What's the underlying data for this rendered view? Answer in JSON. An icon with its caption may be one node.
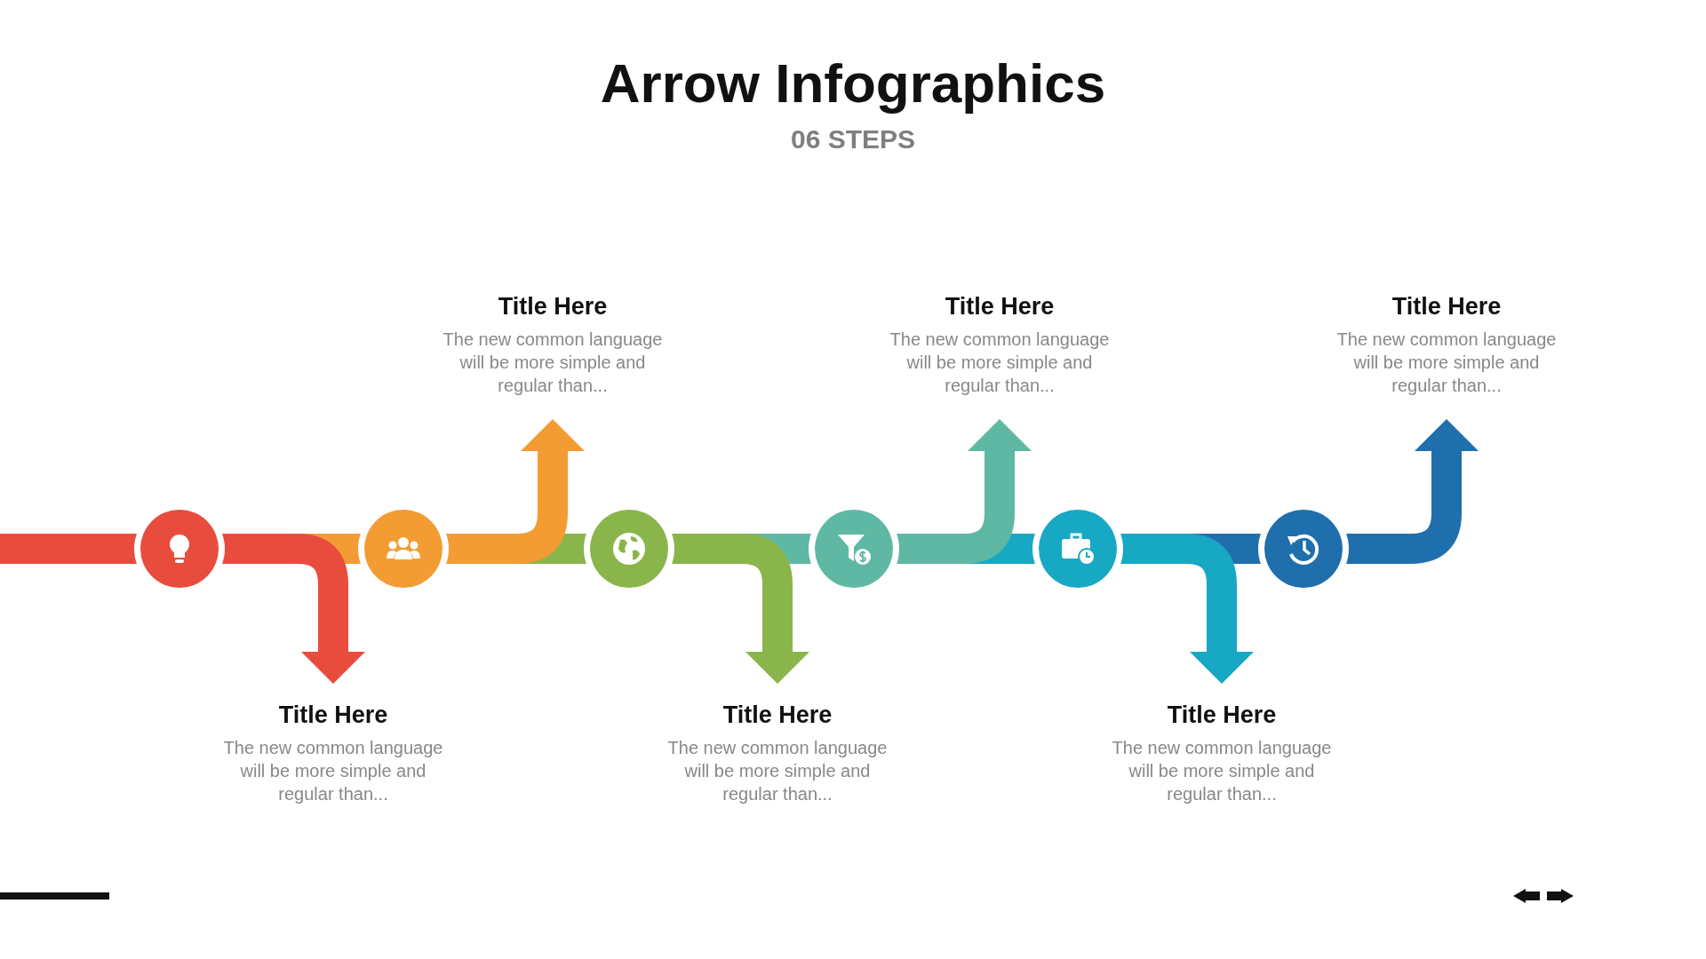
{
  "diagram": {
    "title": "Arrow Infographics",
    "nodes": [
      {
        "text": [
          "Title Here",
          "The new common language will be more simple and regular than..."
        ]
      },
      {
        "text": [
          "Title Here",
          "The new common language will be more simple and regular than..."
        ]
      },
      {
        "text": [
          "Title Here",
          "The new common language will be more simple and regular than..."
        ]
      },
      {
        "text": [],
        "shape": "circle"
      },
      {
        "text": [],
        "shape": "circle"
      },
      {
        "text": [],
        "shape": "circle"
      },
      {
        "text": [],
        "shape": "circle"
      },
      {
        "text": [],
        "shape": "circle"
      },
      {
        "text": [],
        "shape": "circle"
      },
      {
        "text": [
          "Title Here",
          "The new common language will be more simple and regular than..."
        ]
      },
      {
        "text": [
          "Title Here",
          "The new common language will be more simple and regular than..."
        ]
      },
      {
        "text": [
          "Title Here",
          "The new common language will be more simple and regular than..."
        ]
      }
    ],
    "edges": [
      {
        "from": null,
        "to": 3,
        "arrow": "none",
        "color": "#e84c3d"
      },
      {
        "from": 3,
        "to": 9,
        "arrow": "to",
        "color": "#e84c3d"
      },
      {
        "from": 3,
        "to": 4,
        "arrow": "none",
        "color": "#f39c33"
      },
      {
        "from": 4,
        "to": 0,
        "arrow": "to",
        "color": "#f39c33"
      },
      {
        "from": 4,
        "to": 5,
        "arrow": "none",
        "color": "#8ab54a"
      },
      {
        "from": 5,
        "to": 10,
        "arrow": "to",
        "color": "#8ab54a"
      },
      {
        "from": 5,
        "to": 6,
        "arrow": "none",
        "color": "#5fb8a4"
      },
      {
        "from": 6,
        "to": 1,
        "arrow": "to",
        "color": "#5fb8a4"
      },
      {
        "from": 6,
        "to": 7,
        "arrow": "none",
        "color": "#17a8c4"
      },
      {
        "from": 7,
        "to": 11,
        "arrow": "to",
        "color": "#17a8c4"
      },
      {
        "from": 7,
        "to": 8,
        "arrow": "none",
        "color": "#1f6fad"
      },
      {
        "from": 8,
        "to": 2,
        "arrow": "to",
        "color": "#1f6fad"
      }
    ],
    "labels": [
      "06 STEPS"
    ]
  }
}
